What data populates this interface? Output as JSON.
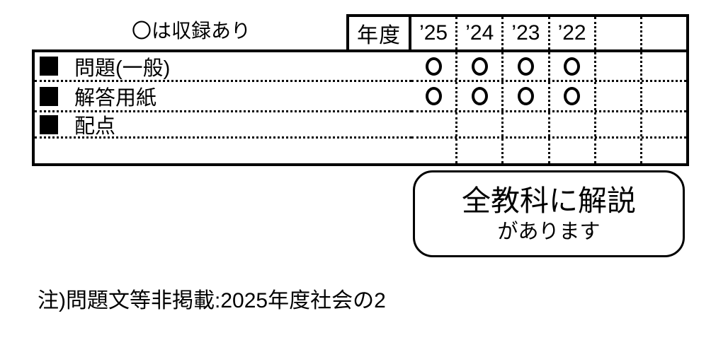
{
  "colors": {
    "ink": "#000000",
    "paper": "#ffffff"
  },
  "legend": {
    "text": "〇は収録あり"
  },
  "table": {
    "year_header": "年度",
    "year_columns": [
      "’25",
      "’24",
      "’23",
      "’22",
      "",
      ""
    ],
    "bullet": "■",
    "mark_symbol": "○",
    "rows": [
      {
        "label": "問題(一般)",
        "marks": [
          "○",
          "○",
          "○",
          "○",
          "",
          ""
        ]
      },
      {
        "label": "解答用紙",
        "marks": [
          "○",
          "○",
          "○",
          "○",
          "",
          ""
        ]
      },
      {
        "label": "配点",
        "marks": [
          "",
          "",
          "",
          "",
          "",
          ""
        ]
      },
      {
        "label": "",
        "marks": [
          "",
          "",
          "",
          "",
          "",
          ""
        ]
      }
    ]
  },
  "callout": {
    "line1": "全教科に解説",
    "line2": "があります"
  },
  "footnote": "注)問題文等非掲載:2025年度社会の2"
}
